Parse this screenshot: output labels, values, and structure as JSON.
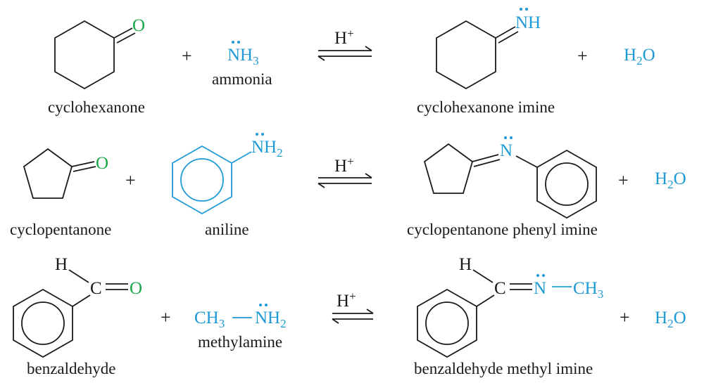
{
  "reactions": [
    {
      "reactant1": {
        "name": "cyclohexanone",
        "atom": "O"
      },
      "reactant2": {
        "formula_main": "NH",
        "formula_sub": "3",
        "name": "ammonia"
      },
      "catalyst": {
        "main": "H",
        "sup": "+"
      },
      "product": {
        "name": "cyclohexanone imine",
        "atom": "NH"
      },
      "byproduct": {
        "main": "H",
        "sub": "2",
        "tail": "O"
      }
    },
    {
      "reactant1": {
        "name": "cyclopentanone",
        "atom": "O"
      },
      "reactant2": {
        "formula_main": "NH",
        "formula_sub": "2",
        "name": "aniline"
      },
      "catalyst": {
        "main": "H",
        "sup": "+"
      },
      "product": {
        "name": "cyclopentanone phenyl imine",
        "atom": "N"
      },
      "byproduct": {
        "main": "H",
        "sub": "2",
        "tail": "O"
      }
    },
    {
      "reactant1": {
        "name": "benzaldehyde",
        "h": "H",
        "c": "C",
        "o": "O"
      },
      "reactant2": {
        "left_main": "CH",
        "left_sub": "3",
        "right_main": "NH",
        "right_sub": "2",
        "name": "methylamine"
      },
      "catalyst": {
        "main": "H",
        "sup": "+"
      },
      "product": {
        "name": "benzaldehyde methyl imine",
        "h": "H",
        "c": "C",
        "n": "N",
        "r_main": "CH",
        "r_sub": "3"
      },
      "byproduct": {
        "main": "H",
        "sub": "2",
        "tail": "O"
      }
    }
  ],
  "plus_sign": "+",
  "colors": {
    "reagent": "#1e9ad6",
    "oxygen": "#1aa84a",
    "ink": "#1a1a1a"
  }
}
